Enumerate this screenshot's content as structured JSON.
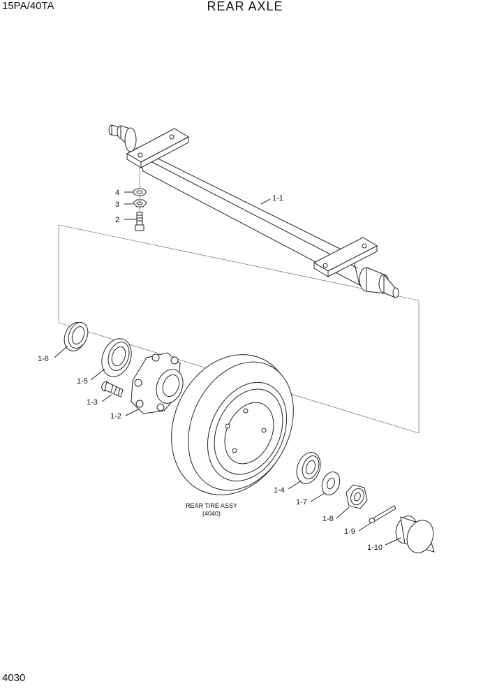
{
  "header": {
    "model": "15PA/40TA",
    "title": "REAR AXLE"
  },
  "footer": {
    "page_number": "4030"
  },
  "diagram": {
    "callouts": {
      "axle": "1-1",
      "hub": "1-2",
      "hub_bolt": "1-3",
      "outer_bearing": "1-4",
      "inner_bearing": "1-5",
      "oil_seal": "1-6",
      "washer": "1-7",
      "castle_nut": "1-8",
      "cotter_pin": "1-9",
      "hub_cap": "1-10",
      "bolt": "2",
      "nut": "3",
      "lock_washer": "4"
    },
    "tire_note": {
      "name": "REAR TIRE ASSY",
      "ref": "(4040)"
    }
  }
}
